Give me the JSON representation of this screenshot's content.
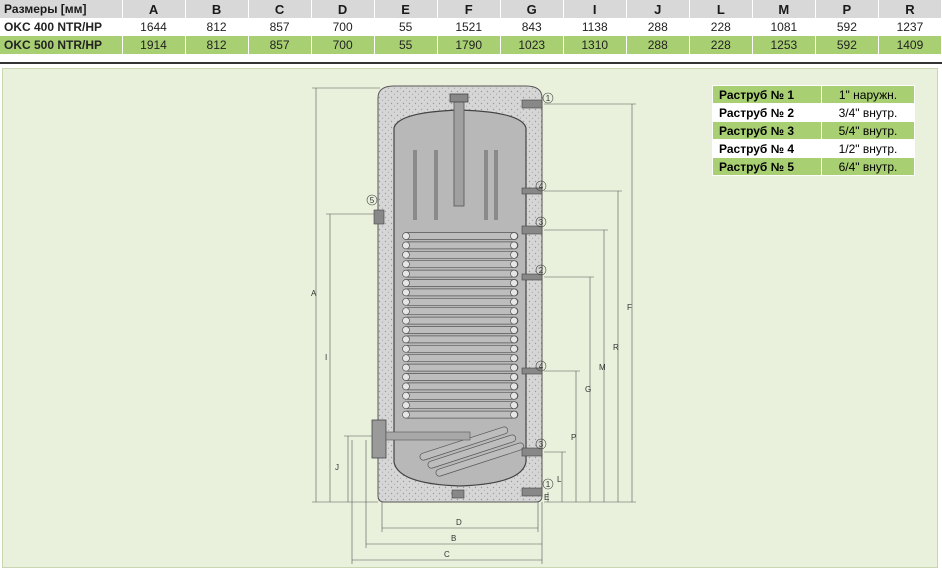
{
  "dims_table": {
    "header": [
      "Размеры [мм]",
      "A",
      "B",
      "C",
      "D",
      "E",
      "F",
      "G",
      "I",
      "J",
      "L",
      "M",
      "P",
      "R"
    ],
    "rows": [
      [
        "OKC 400 NTR/HP",
        "1644",
        "812",
        "857",
        "700",
        "55",
        "1521",
        "843",
        "1138",
        "288",
        "228",
        "1081",
        "592",
        "1237"
      ],
      [
        "OKC 500 NTR/HP",
        "1914",
        "812",
        "857",
        "700",
        "55",
        "1790",
        "1023",
        "1310",
        "288",
        "228",
        "1253",
        "592",
        "1409"
      ]
    ]
  },
  "legend": [
    {
      "name": "Раструб № 1",
      "value": "1\" наружн."
    },
    {
      "name": "Раструб № 2",
      "value": "3/4\" внутр."
    },
    {
      "name": "Раструб № 3",
      "value": "5/4\" внутр."
    },
    {
      "name": "Раструб № 4",
      "value": "1/2\" внутр."
    },
    {
      "name": "Раструб № 5",
      "value": "6/4\" внутр."
    }
  ],
  "drawing": {
    "dimension_letters": {
      "A": "A",
      "B": "B",
      "C": "C",
      "D": "D",
      "E": "E",
      "F": "F",
      "G": "G",
      "I": "I",
      "J": "J",
      "L": "L",
      "M": "M",
      "P": "P",
      "R": "R"
    },
    "callouts": [
      "1",
      "2",
      "3",
      "4",
      "5"
    ],
    "colors": {
      "insulation": "#d9d9d9",
      "tank": "#b5b5b5",
      "coil": "#bdbdbd",
      "panel": "#e9f1dc",
      "accent": "#a9cf73"
    }
  }
}
